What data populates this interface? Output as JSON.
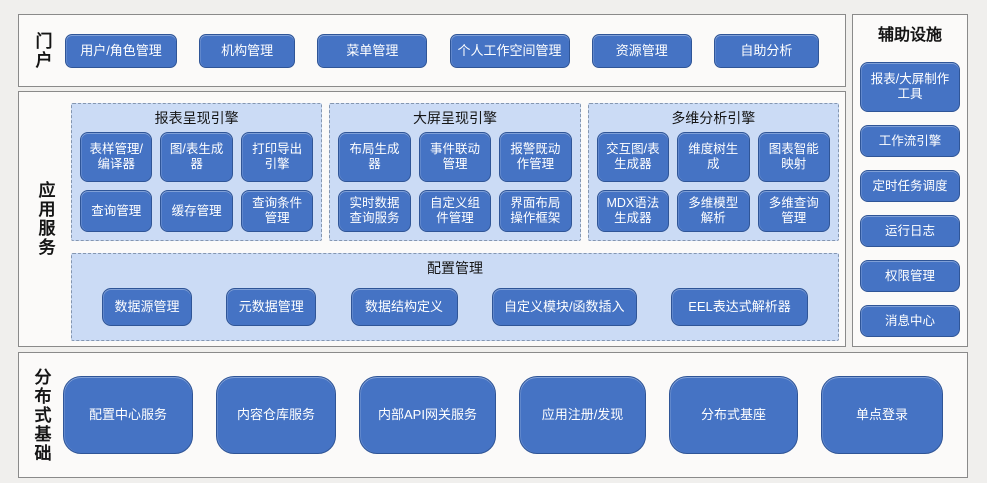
{
  "colors": {
    "page_bg": "#F0EFED",
    "section_bg": "#FBFAF9",
    "section_border": "#8A8A8A",
    "node_fill": "#4573C4",
    "node_border": "#2F5597",
    "node_text": "#FFFFFF",
    "panel_bg": "#CBDBF5",
    "panel_border": "#8496B0",
    "text": "#151515"
  },
  "portal": {
    "label": "门户",
    "items": [
      "用户/角色管理",
      "机构管理",
      "菜单管理",
      "个人工作空间管理",
      "资源管理",
      "自助分析"
    ]
  },
  "app_services": {
    "label": "应用服务",
    "engines": [
      {
        "title": "报表呈现引擎",
        "items": [
          "表样管理/编译器",
          "图/表生成器",
          "打印导出引擎",
          "查询管理",
          "缓存管理",
          "查询条件管理"
        ]
      },
      {
        "title": "大屏呈现引擎",
        "items": [
          "布局生成器",
          "事件联动管理",
          "报警既动作管理",
          "实时数据查询服务",
          "自定义组件管理",
          "界面布局操作框架"
        ]
      },
      {
        "title": "多维分析引擎",
        "items": [
          "交互图/表生成器",
          "维度树生成",
          "图表智能映射",
          "MDX语法生成器",
          "多维模型解析",
          "多维查询管理"
        ]
      }
    ],
    "config": {
      "title": "配置管理",
      "items": [
        "数据源管理",
        "元数据管理",
        "数据结构定义",
        "自定义模块/函数插入",
        "EEL表达式解析器"
      ]
    }
  },
  "distributed": {
    "label": "分布式基础",
    "items": [
      "配置中心服务",
      "内容仓库服务",
      "内部API网关服务",
      "应用注册/发现",
      "分布式基座",
      "单点登录"
    ]
  },
  "auxiliary": {
    "title": "辅助设施",
    "items": [
      "报表/大屏制作工具",
      "工作流引擎",
      "定时任务调度",
      "运行日志",
      "权限管理",
      "消息中心"
    ]
  }
}
